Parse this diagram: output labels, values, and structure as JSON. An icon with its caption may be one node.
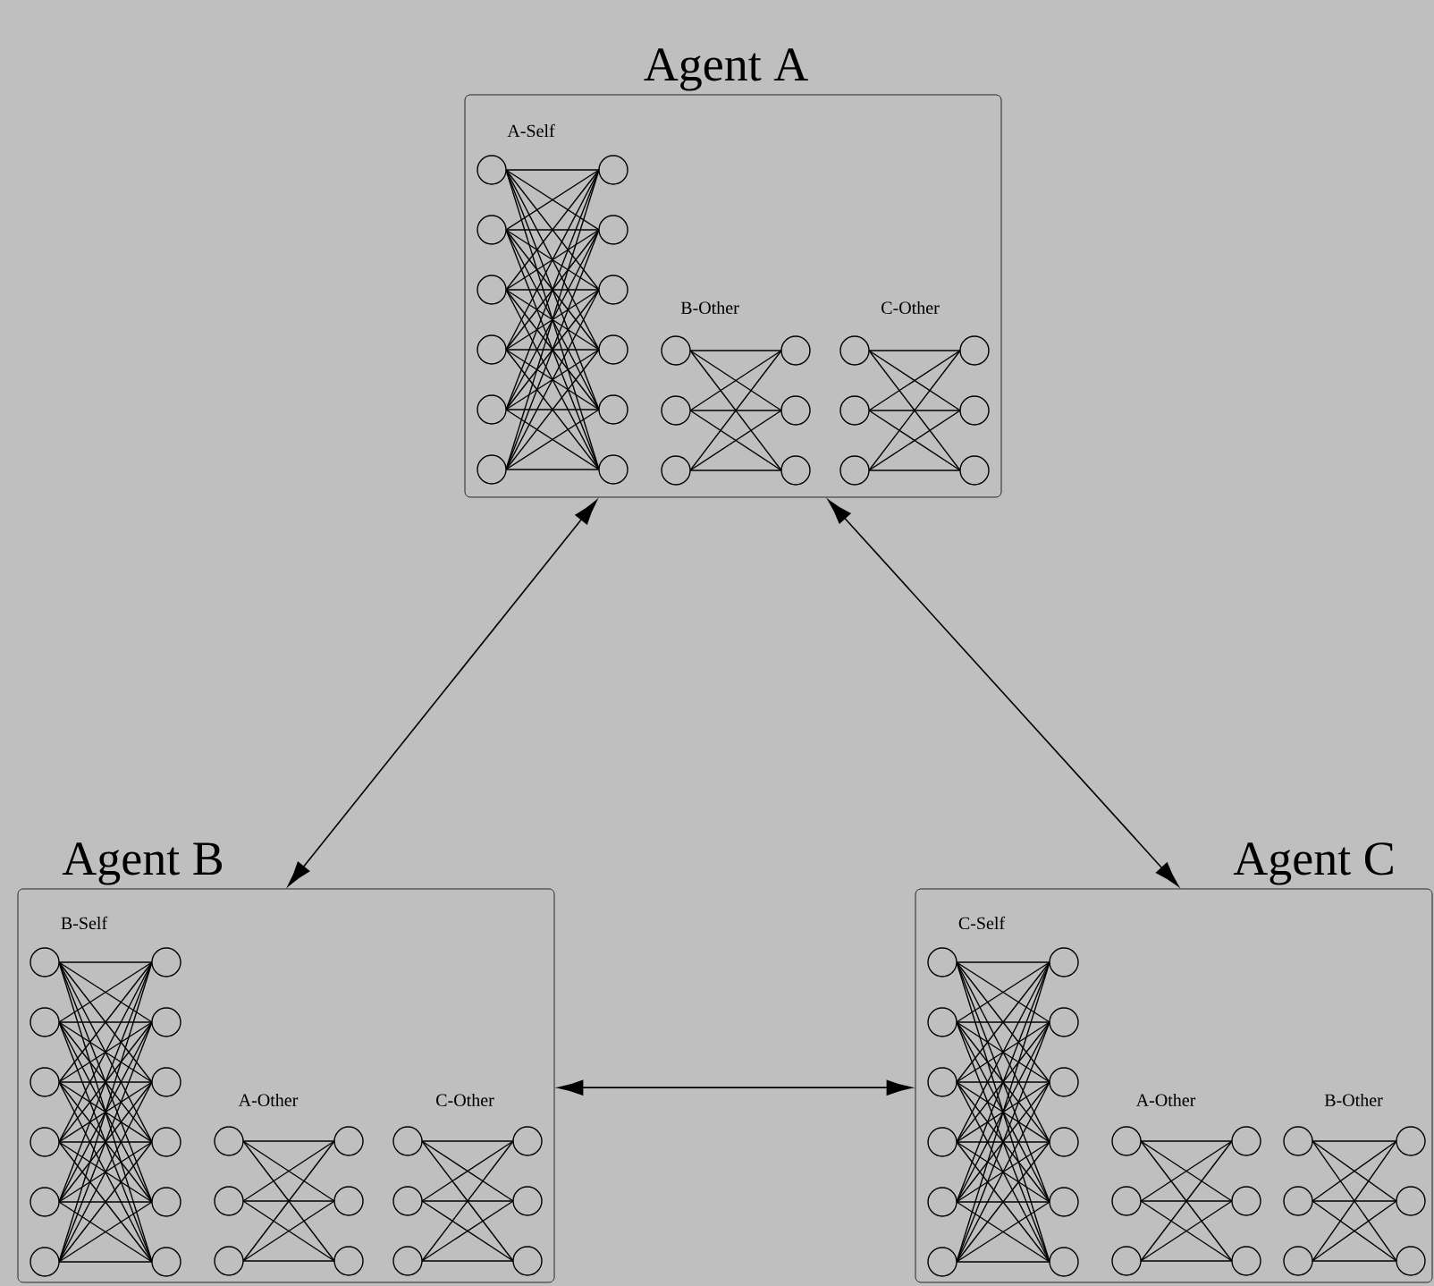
{
  "diagram": {
    "nodes": [
      {
        "text": [
          "Agent A"
        ]
      },
      {
        "text": [
          "A-Self"
        ],
        "in": 0
      },
      {
        "text": [
          "B-Other"
        ],
        "in": 0
      },
      {
        "text": [
          "C-Other"
        ],
        "in": 0
      },
      {
        "text": [
          "Agent B"
        ]
      },
      {
        "text": [
          "B-Self"
        ],
        "in": 4
      },
      {
        "text": [
          "A-Other"
        ],
        "in": 4
      },
      {
        "text": [
          "C-Other"
        ],
        "in": 4
      },
      {
        "text": [
          "Agent C"
        ]
      },
      {
        "text": [
          "C-Self"
        ],
        "in": 8
      },
      {
        "text": [
          "A-Other"
        ],
        "in": 8
      },
      {
        "text": [
          "B-Other"
        ],
        "in": 8
      }
    ],
    "edges": [
      {
        "from": 0,
        "to": 4,
        "arrow": "both"
      },
      {
        "from": 0,
        "to": 8,
        "arrow": "both"
      },
      {
        "from": 4,
        "to": 8,
        "arrow": "both"
      }
    ]
  }
}
